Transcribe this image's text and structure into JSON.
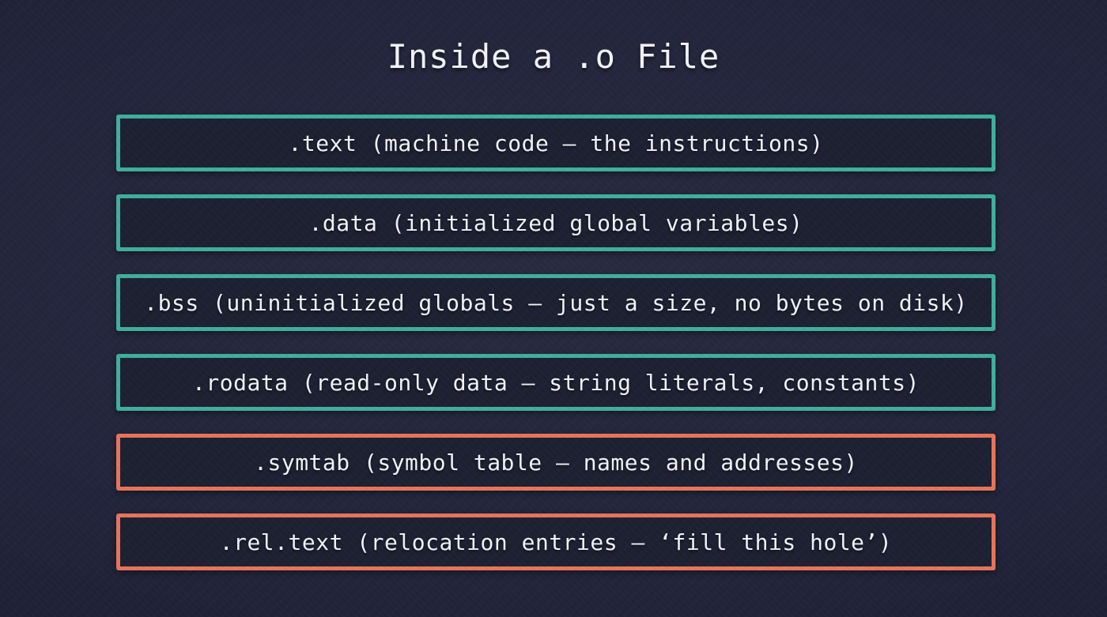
{
  "title": "Inside a .o File",
  "colors": {
    "background": "#20233a",
    "box_fill": "#1c1f31",
    "teal": "#3fae9b",
    "coral": "#e8735a",
    "text": "#f2f3f7"
  },
  "sections": [
    {
      "label": ".text (machine code — the instructions)",
      "accent": "teal"
    },
    {
      "label": ".data (initialized global variables)",
      "accent": "teal"
    },
    {
      "label": ".bss (uninitialized globals — just a size, no bytes on disk)",
      "accent": "teal"
    },
    {
      "label": ".rodata (read-only data — string literals, constants)",
      "accent": "teal"
    },
    {
      "label": ".symtab (symbol table — names and addresses)",
      "accent": "coral"
    },
    {
      "label": ".rel.text (relocation entries — ‘fill this hole’)",
      "accent": "coral"
    }
  ]
}
